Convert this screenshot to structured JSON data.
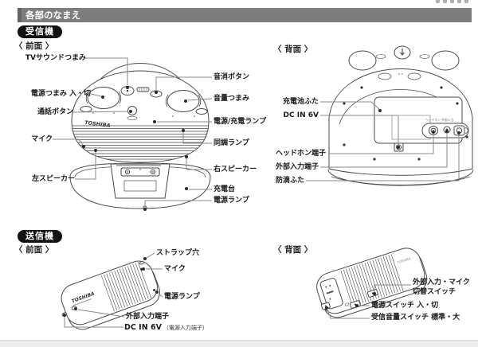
{
  "header": {
    "title": "各部のなまえ"
  },
  "receiver": {
    "badge": "受信機",
    "front_heading": "〈 前面 〉",
    "back_heading": "〈 背面 〉",
    "front_labels": [
      "TVサウンドつまみ",
      "電源つまみ 入・切",
      "通話ボタン",
      "マイク",
      "左スピーカー",
      "音消ボタン",
      "音量つまみ",
      "電源/充電ランプ",
      "同調ランプ",
      "右スピーカー",
      "充電台",
      "電源ランプ"
    ],
    "back_labels": [
      "充電池ふた",
      "DC IN 6V",
      "ヘッドホン端子",
      "外部入力端子",
      "防滴ふた"
    ]
  },
  "transmitter": {
    "badge": "送信機",
    "front_heading": "〈 前面 〉",
    "back_heading": "〈 背面 〉",
    "front_labels": [
      "ストラップ穴",
      "マイク",
      "電源ランプ",
      "外部入力端子",
      "DC IN 6V"
    ],
    "front_sub_label": "（電源入力端子）",
    "back_labels": [
      "外部入力・マイク",
      "切替スイッチ",
      "電源スイッチ 入・切",
      "受信音量スイッチ 標準・大"
    ]
  },
  "device_markings": {
    "brand": "TOSHIBA",
    "jack_panel_text": "ヘッドホン 外部入力"
  },
  "colors": {
    "header_bar": "#7d7d7d",
    "badge_bg": "#121212",
    "line_art": "#4a4a4a",
    "leader_line": "#8a8a8a"
  }
}
